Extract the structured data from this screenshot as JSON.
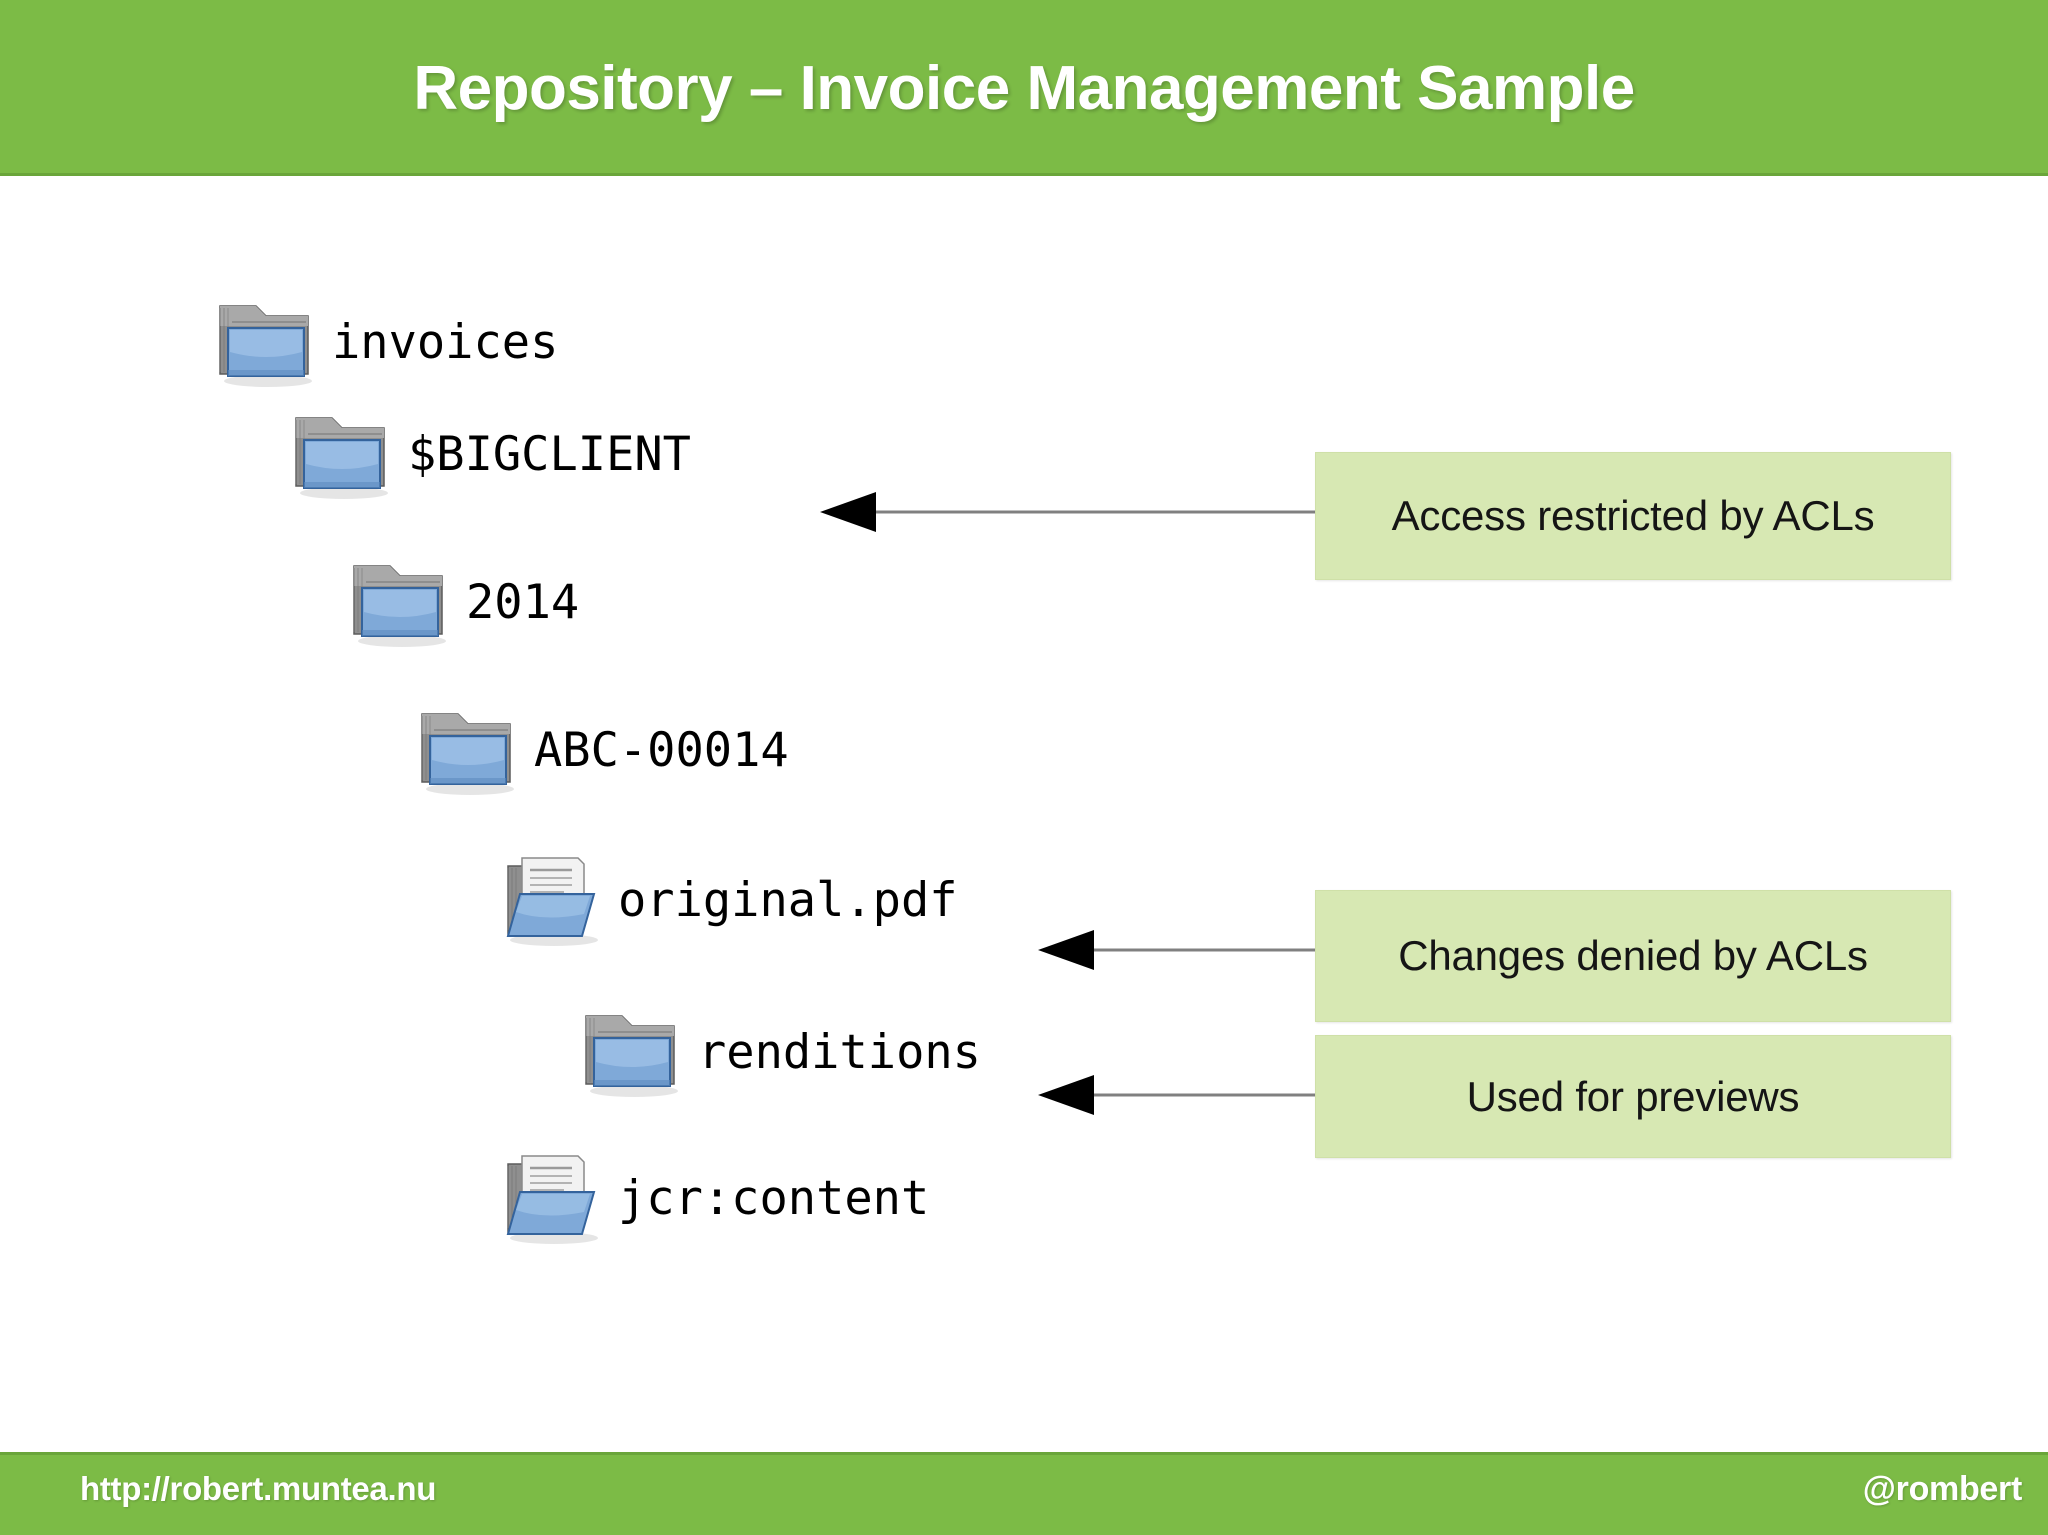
{
  "header": {
    "title": "Repository – Invoice Management Sample",
    "background_color": "#7CBB46",
    "text_color": "#FFFFFF"
  },
  "footer": {
    "url": "http://robert.muntea.nu",
    "handle": "@rombert",
    "background_color": "#7CBB46",
    "text_color": "#FFFFFF"
  },
  "tree": {
    "nodes": [
      {
        "label": "invoices",
        "icon": "folder-icon",
        "depth": 0
      },
      {
        "label": "$BIGCLIENT",
        "icon": "folder-icon",
        "depth": 1
      },
      {
        "label": "2014",
        "icon": "folder-icon",
        "depth": 2
      },
      {
        "label": "ABC-00014",
        "icon": "folder-icon",
        "depth": 3
      },
      {
        "label": "original.pdf",
        "icon": "folder-document-icon",
        "depth": 4
      },
      {
        "label": "renditions",
        "icon": "folder-icon",
        "depth": 5
      },
      {
        "label": "jcr:content",
        "icon": "folder-document-icon",
        "depth": 4
      }
    ]
  },
  "callouts": [
    {
      "text": "Access restricted by ACLs",
      "target": "$BIGCLIENT",
      "background_color": "#D7E8B3"
    },
    {
      "text": "Changes denied by ACLs",
      "target": "original.pdf",
      "background_color": "#D7E8B3"
    },
    {
      "text": "Used for previews",
      "target": "renditions",
      "background_color": "#D7E8B3"
    }
  ],
  "arrows": {
    "direction": "left",
    "line_color": "#808080",
    "head_color": "#000000"
  }
}
